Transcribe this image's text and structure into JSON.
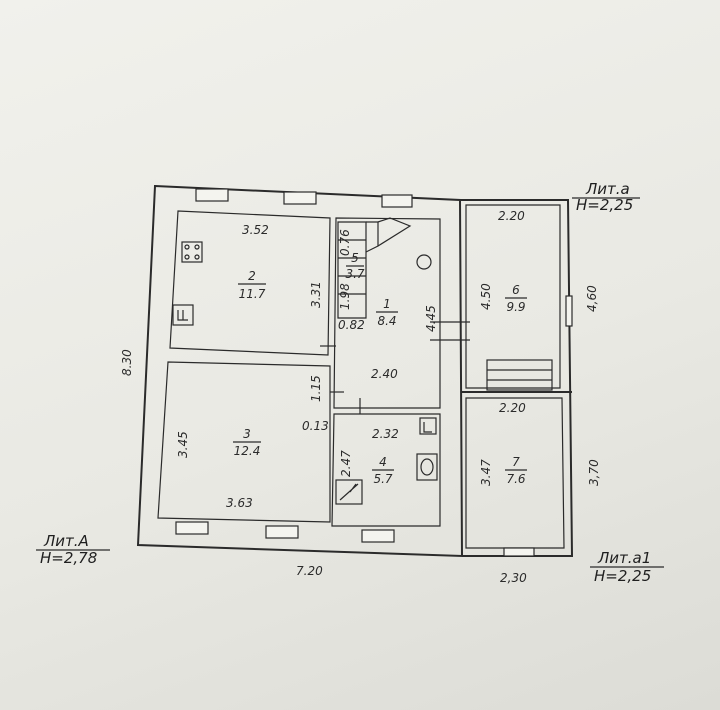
{
  "liters": {
    "a": {
      "name": "Лит.а",
      "height": "Н=2,25"
    },
    "A": {
      "name": "Лит.А",
      "height": "Н=2,78"
    },
    "a1": {
      "name": "Лит.а1",
      "height": "Н=2,25"
    }
  },
  "rooms": [
    {
      "num": "1",
      "area": "8.4"
    },
    {
      "num": "2",
      "area": "11.7"
    },
    {
      "num": "3",
      "area": "12.4"
    },
    {
      "num": "4",
      "area": "5.7"
    },
    {
      "num": "5",
      "area": "3.7"
    },
    {
      "num": "6",
      "area": "9.9"
    },
    {
      "num": "7",
      "area": "7.6"
    }
  ],
  "dims": {
    "total_width": "7.20",
    "total_height": "8.30",
    "r2_width": "3.52",
    "r2_height": "3.31",
    "r3_width": "3.63",
    "r3_height": "3.45",
    "r1_width": "2.40",
    "r1_height": "4.45",
    "r4_width": "2.32",
    "r4_height": "2.47",
    "r5_a": "0.76",
    "r5_b": "1.98",
    "r5_c": "0.82",
    "gap1": "1.15",
    "gap2": "0.13",
    "r6_width": "2.20",
    "r6_height": "4.50",
    "r6_outer": "4,60",
    "r7_width": "2.20",
    "r7_height": "3.47",
    "r7_outer": "3,70",
    "r7_bottom": "2,30"
  }
}
